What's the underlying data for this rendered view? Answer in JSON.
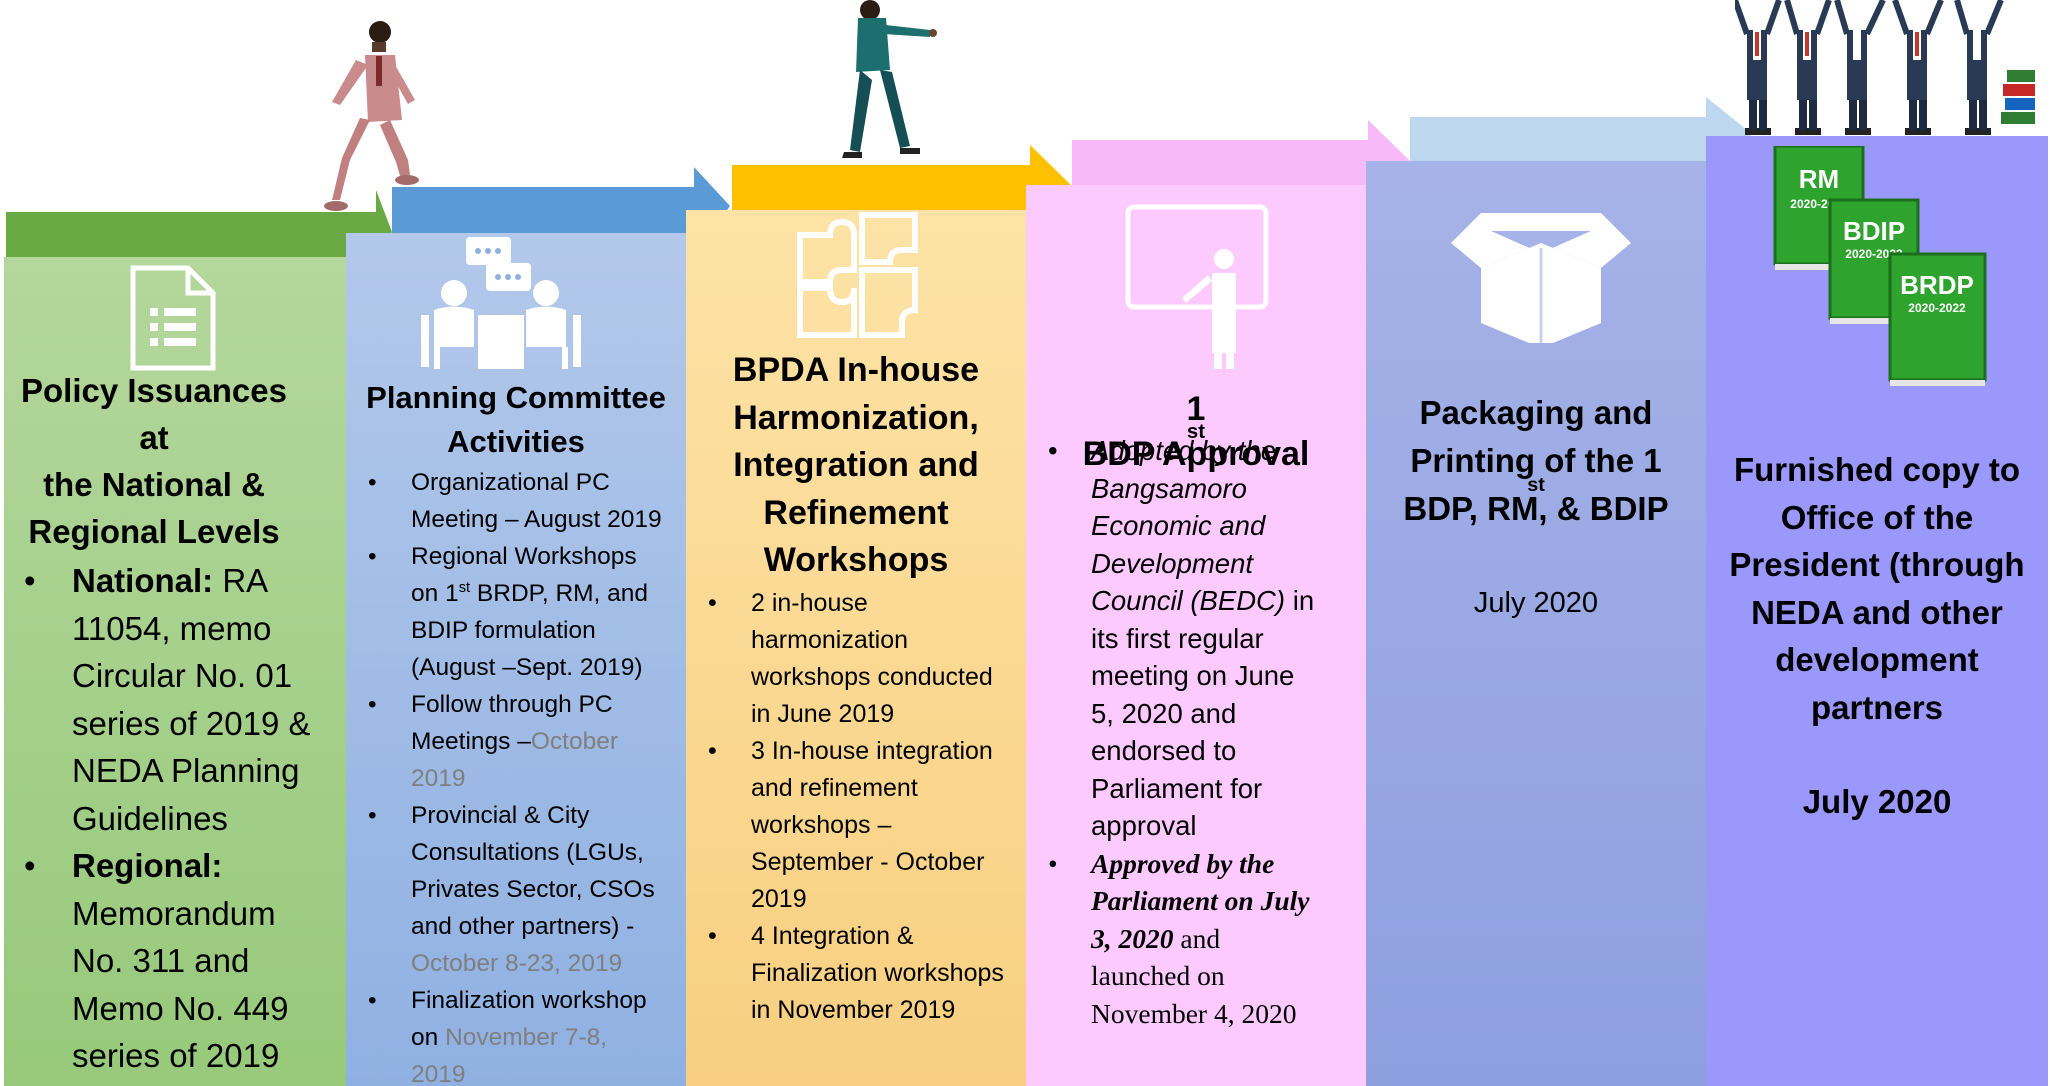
{
  "colors": {
    "green_arrow": "#6aaa45",
    "blue_arrow": "#5b9bd5",
    "yellow_arrow": "#ffc000",
    "pink_arrow": "#f8b9f9",
    "lightblue_arrow": "#bdd7ee",
    "book_green": "#2ea32e"
  },
  "icons": {
    "col1": "document-list-icon",
    "col2": "meeting-people-icon",
    "col3": "puzzle-icon",
    "col4": "presentation-board-icon",
    "col5": "open-box-icon",
    "col6": "stacked-books-icon"
  },
  "books": [
    {
      "name": "RM",
      "year": "2020-2022"
    },
    {
      "name": "BDIP",
      "year": "2020-2022"
    },
    {
      "name": "BRDP",
      "year": "2020-2022"
    }
  ],
  "col1": {
    "title_lines": [
      "Policy Issuances at",
      "the National &",
      "Regional  Levels"
    ],
    "national_label": "National:",
    "national_text_first": " RA",
    "national_lines": [
      "11054, memo",
      "Circular No. 01",
      "series of 2019 &",
      "NEDA Planning",
      "Guidelines"
    ],
    "regional_label": "Regional:",
    "regional_lines": [
      "Memorandum",
      "No. 311 and",
      "Memo No. 449",
      "series of 2019"
    ]
  },
  "col2": {
    "title_lines": [
      "Planning Committee",
      "Activities"
    ],
    "b1_lines": [
      "Organizational PC",
      "Meeting – August 2019"
    ],
    "b2_line1_a": "Regional Workshops",
    "b2_line2_pre": "on 1",
    "b2_line2_sup": "st",
    "b2_line2_post": " BRDP, RM, and",
    "b2_lines_rest": [
      "BDIP formulation",
      "(August –Sept. 2019)"
    ],
    "b3_line1": "Follow  through  PC",
    "b3_line2_pre": "Meetings –",
    "b3_line2_grey": "October",
    "b3_line3_grey": "2019",
    "b4_lines": [
      "Provincial & City",
      "Consultations (LGUs,",
      "Privates Sector, CSOs",
      "and other partners) -"
    ],
    "b4_grey": "October 8-23, 2019",
    "b5_line1": "Finalization workshop",
    "b5_line2_pre": "on ",
    "b5_line2_grey": "November 7-8,",
    "b5_line3_grey": "2019"
  },
  "col3": {
    "title_lines": [
      "BPDA In-house",
      "Harmonization,",
      "Integration and",
      "Refinement",
      "Workshops"
    ],
    "b1_lines": [
      "2 in-house",
      "harmonization",
      "workshops conducted",
      "in June 2019"
    ],
    "b2_lines": [
      "3 In-house integration",
      "and refinement",
      "workshops –",
      "September - October",
      "2019"
    ],
    "b3_lines": [
      "4 Integration &",
      "Finalization workshops",
      "in November 2019"
    ]
  },
  "col4": {
    "title_num": "1",
    "title_sup": "st",
    "title_rest": " BDP Approval",
    "b1_italic_lines": [
      "Adopted by the",
      "Bangsamoro",
      "Economic and",
      "Development"
    ],
    "b1_line5_italic": "Council (BEDC)",
    "b1_line5_rest": " in",
    "b1_lines_rest": [
      "its first regular",
      "meeting on June",
      "5, 2020 and",
      "endorsed to",
      "Parliament for",
      "approval"
    ],
    "b2_italic_lines": [
      "Approved by the",
      "Parliament on July"
    ],
    "b2_line3_italic": "3, 2020",
    "b2_line3_rest": " and",
    "b2_lines_rest": [
      "launched on",
      "November 4, 2020"
    ]
  },
  "col5": {
    "title_line1": "Packaging and",
    "title_line2_pre": "Printing of the 1",
    "title_line2_sup": "st",
    "title_line3": "BDP, RM, & BDIP",
    "date": "July 2020"
  },
  "col6": {
    "title_lines": [
      "Furnished copy to",
      "Office of the",
      "President (through",
      "NEDA and other",
      "development",
      "partners"
    ],
    "date": "July 2020"
  }
}
